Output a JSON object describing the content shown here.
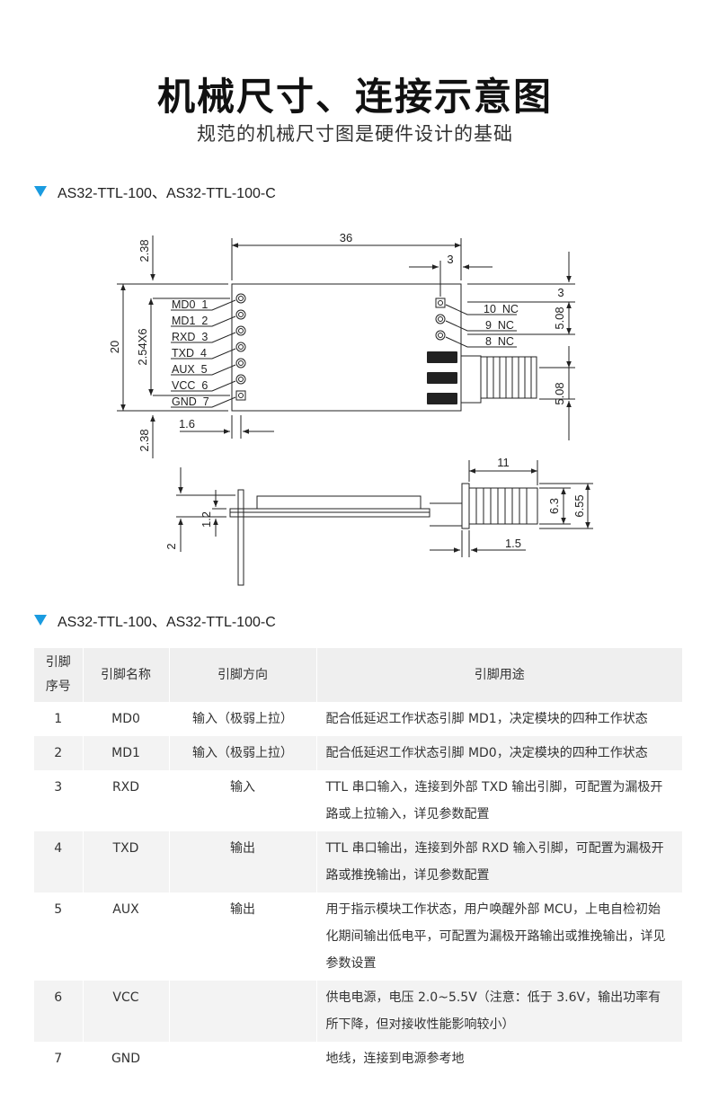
{
  "header": {
    "title": "机械尺寸、连接示意图",
    "subtitle": "规范的机械尺寸图是硬件设计的基础"
  },
  "sections": [
    {
      "label": "AS32-TTL-100、AS32-TTL-100-C"
    },
    {
      "label": "AS32-TTL-100、AS32-TTL-100-C"
    }
  ],
  "drawing": {
    "dims": {
      "top_margin": "2.38",
      "width": "36",
      "right_offset": "3",
      "right_top": "3",
      "pitch_right": "5.08",
      "height": "20",
      "pitch_left": "2.54X6",
      "bottom_margin": "2.38",
      "pin_offset": "1.6",
      "antenna_spacing": "5.08",
      "antenna_length": "11",
      "antenna_dia": "6.3",
      "antenna_outer": "6.55",
      "board_thickness": "1.2",
      "pin_protrusion": "2",
      "antenna_lead": "1.5"
    },
    "left_pins": [
      "MD0_1",
      "MD1_2",
      "RXD_3",
      "TXD_4",
      "AUX_5",
      "VCC_6",
      "GND_7"
    ],
    "right_pins": [
      "10_NC",
      "9_NC",
      "8_NC"
    ]
  },
  "pin_table": {
    "headers": [
      "引脚\n序号",
      "引脚名称",
      "引脚方向",
      "引脚用途"
    ],
    "rows": [
      {
        "no": "1",
        "name": "MD0",
        "dir": "输入（极弱上拉）",
        "desc": "配合低延迟工作状态引脚 MD1，决定模块的四种工作状态"
      },
      {
        "no": "2",
        "name": "MD1",
        "dir": "输入（极弱上拉）",
        "desc": "配合低延迟工作状态引脚 MD0，决定模块的四种工作状态"
      },
      {
        "no": "3",
        "name": "RXD",
        "dir": "输入",
        "desc": "TTL 串口输入，连接到外部 TXD 输出引脚，可配置为漏极开路或上拉输入，详见参数配置"
      },
      {
        "no": "4",
        "name": "TXD",
        "dir": "输出",
        "desc": "TTL 串口输出，连接到外部 RXD 输入引脚，可配置为漏极开路或推挽输出，详见参数配置"
      },
      {
        "no": "5",
        "name": "AUX",
        "dir": "输出",
        "desc": "用于指示模块工作状态，用户唤醒外部 MCU，上电自检初始化期间输出低电平，可配置为漏极开路输出或推挽输出，详见参数设置"
      },
      {
        "no": "6",
        "name": "VCC",
        "dir": "",
        "desc": "供电电源，电压 2.0~5.5V（注意：低于 3.6V，输出功率有所下降，但对接收性能影响较小）"
      },
      {
        "no": "7",
        "name": "GND",
        "dir": "",
        "desc": "地线，连接到电源参考地"
      }
    ]
  }
}
